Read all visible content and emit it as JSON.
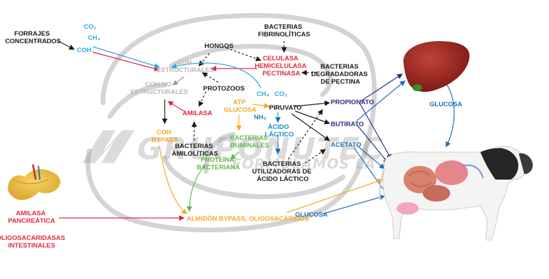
{
  "colors": {
    "black": "#1a1a1a",
    "red": "#e0283b",
    "blue": "#1e88c8",
    "cyan": "#2aa8e0",
    "grey": "#b8b8b8",
    "orange": "#f5a623",
    "green": "#5cb848",
    "navy": "#2b2a7a",
    "darkblue": "#1d4f9a"
  },
  "nodes": {
    "forrajes": [
      "FORRAJES",
      "CONCENTRADOS"
    ],
    "co2_left": "CO₂",
    "ch4_left": "CH₄",
    "coh_left": "COH",
    "hongos": "HONGOS",
    "bact_fibro": [
      "BACTERIAS",
      "FIBRINOLÍTICAS"
    ],
    "celulasa": [
      "CELULASA",
      "HEMICELULASA",
      "PECTINASA"
    ],
    "bact_pectina": [
      "BACTERIAS",
      "DEGRADADORAS",
      "DE PECTINA"
    ],
    "coh_estructurales": [
      "COH",
      "ESTRUCTURALES"
    ],
    "coh_no_estructurales": [
      "COH NO",
      "ESTRUCTURALES"
    ],
    "protozoos": "PROTOZOOS",
    "amilasa": "AMILASA",
    "coh_bypass": [
      "COH",
      "BYPASS"
    ],
    "bact_amilo": [
      "BACTERIAS",
      "AMILOLÍTICAS"
    ],
    "atp_glucosa": [
      "ATP",
      "GLUCOSA"
    ],
    "ch4_mid": "CH₄",
    "co2_mid": "CO₂",
    "piruvato": "PIRUVATO",
    "nh3": "NH₃",
    "acido_lactico": [
      "ÁCIDO",
      "LÁCTICO"
    ],
    "bact_ruminales": [
      "BACTERIAS",
      "RUMINALES"
    ],
    "proteina_bact": [
      "PROTEÍNA",
      "BACTERIANA"
    ],
    "bact_utiliz": [
      "BACTERIAS",
      "UTILIZADORAS DE",
      "ÁCIDO LÁCTICO"
    ],
    "propionato": "PROPIONATO",
    "butirato": "BUTIRATO",
    "acetato": "ACETATO",
    "glucosa_liver": "GLUCOSA",
    "glucosa_bottom": "GLUCOSA",
    "almidon": "ALMIDÓN BYPASS, OLIGOSACÁRIDOS",
    "amilasa_pancreatica": [
      "AMILASA",
      "PANCREÁTICA"
    ],
    "oligosacaridasas": [
      "OLIGOSACARIDASAS",
      "INTESTINALES"
    ]
  },
  "watermark": {
    "brand": "GRUPONUTEC",
    "tagline": "FORMULAMOS LA EXCELENCIA"
  }
}
